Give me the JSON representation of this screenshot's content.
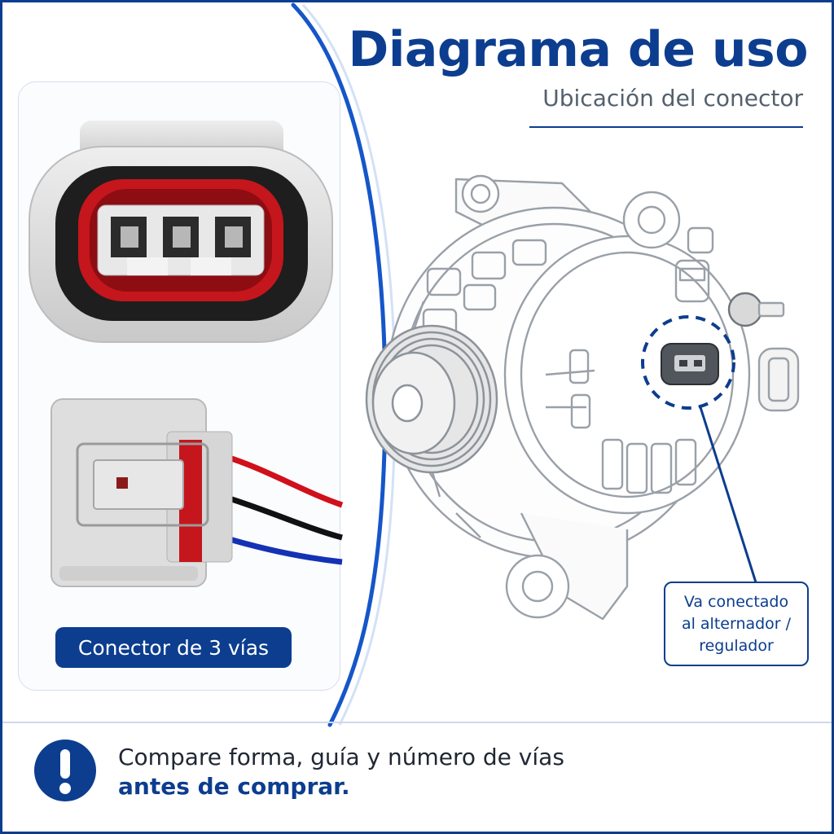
{
  "header": {
    "title": "Diagrama de uso",
    "subtitle": "Ubicación del conector"
  },
  "product": {
    "caption": "Conector de 3 vías"
  },
  "callout": {
    "line1": "Va conectado",
    "line2": "al alternador /",
    "line3": "regulador"
  },
  "footer": {
    "note_line1": "Compare forma, guía y número de vías",
    "note_line2": "antes de comprar."
  },
  "icons": {
    "alert": "exclamation-circle-icon"
  },
  "colors": {
    "brand": "#0c3d8f",
    "seal_red": "#c4161c",
    "housing_gray": "#dcdcdc",
    "wire_red": "#d0101a",
    "wire_black": "#111111",
    "wire_blue": "#1432b4"
  }
}
